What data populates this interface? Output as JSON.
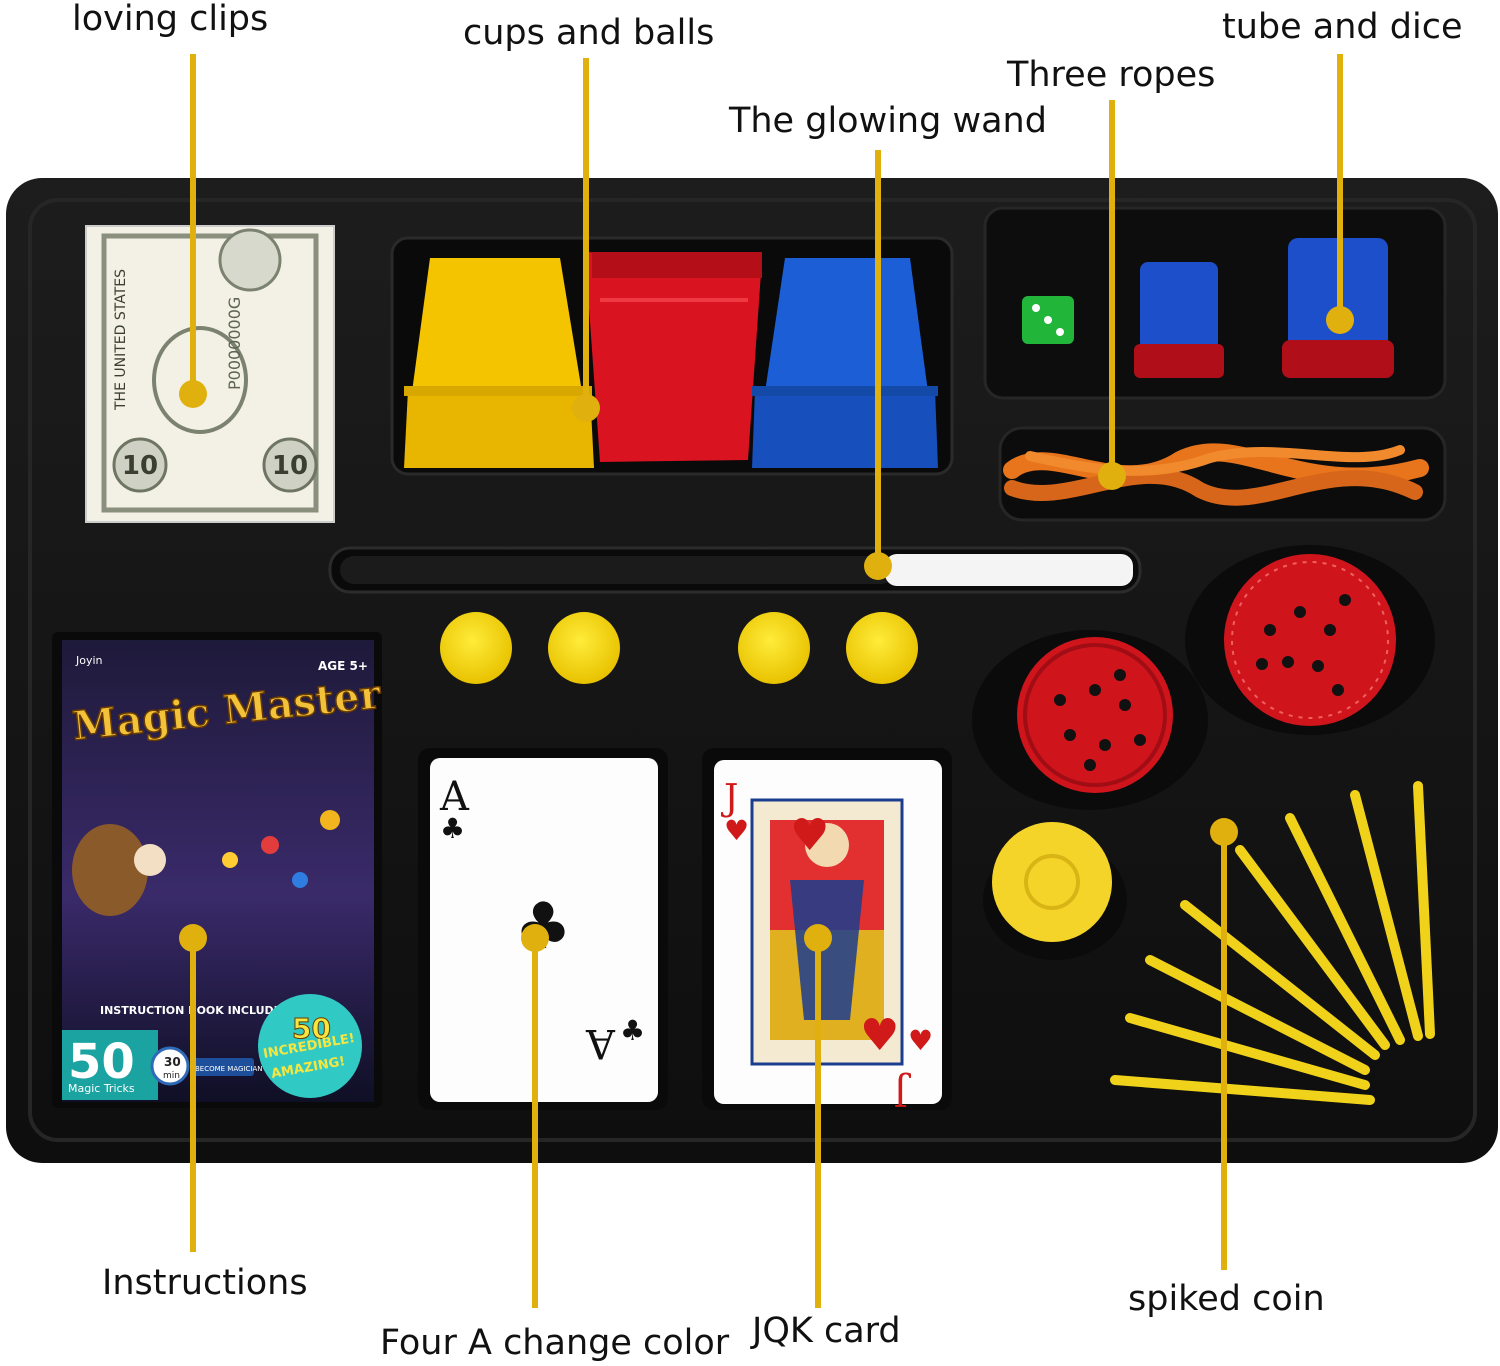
{
  "labels": {
    "loving_clips": "loving clips",
    "cups_and_balls": "cups and balls",
    "tube_and_dice": "tube and dice",
    "three_ropes": "Three ropes",
    "glowing_wand": "The glowing wand",
    "instructions": "Instructions",
    "four_a": "Four A change color",
    "jqk_card": "JQK card",
    "spiked_coin": "spiked coin"
  },
  "book": {
    "brand": "Joyin",
    "age": "AGE 5+",
    "title": "Magic Master",
    "included": "INSTRUCTION BOOK INCLUDED",
    "count": "50",
    "count_sub": "Magic Tricks",
    "minutes": "30",
    "minutes_unit": "min",
    "become": "BECOME MAGICIAN",
    "badge_num": "50",
    "badge_1": "INCREDIBLE!",
    "badge_2": "AMAZING!"
  },
  "cards": {
    "ace_rank": "A",
    "ace_suit": "♣",
    "jack_rank": "J",
    "jack_suit": "♥"
  },
  "bill": {
    "denomination": "10",
    "serial": "P0000000G",
    "header": "THE UNITED STATES"
  },
  "colors": {
    "leader": "#e0b00f",
    "tray": "#151515",
    "cup_yellow": "#f5c400",
    "cup_red": "#d9131f",
    "cup_blue": "#1c5ed6",
    "rope": "#e8741c",
    "coin_red": "#d0141c"
  }
}
